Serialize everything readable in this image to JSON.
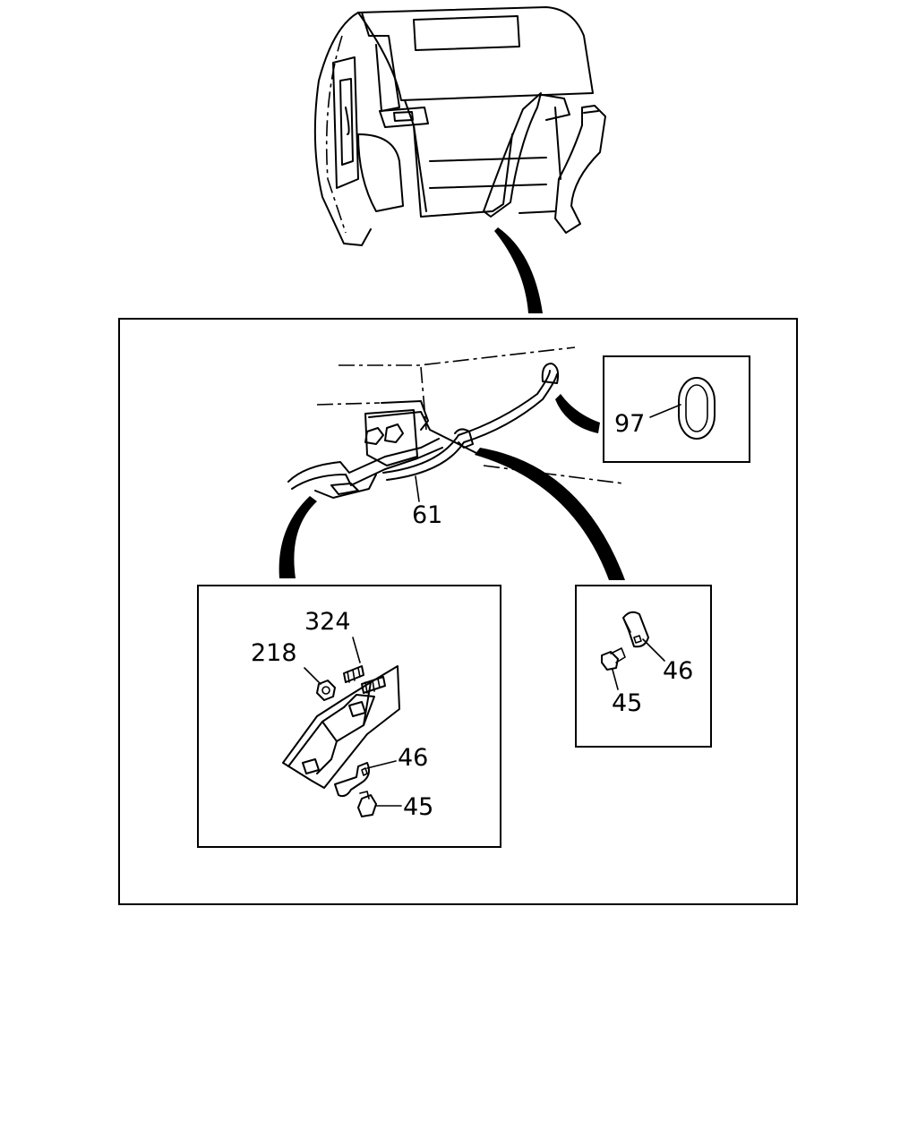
{
  "callouts": {
    "c61": "61",
    "c97": "97",
    "c324": "324",
    "c218": "218",
    "c46a": "46",
    "c45a": "45",
    "c46b": "46",
    "c45b": "45"
  },
  "icons": [
    "seat-assembly",
    "harness-bracket",
    "grommet",
    "clip",
    "bolt",
    "nut",
    "stud"
  ]
}
